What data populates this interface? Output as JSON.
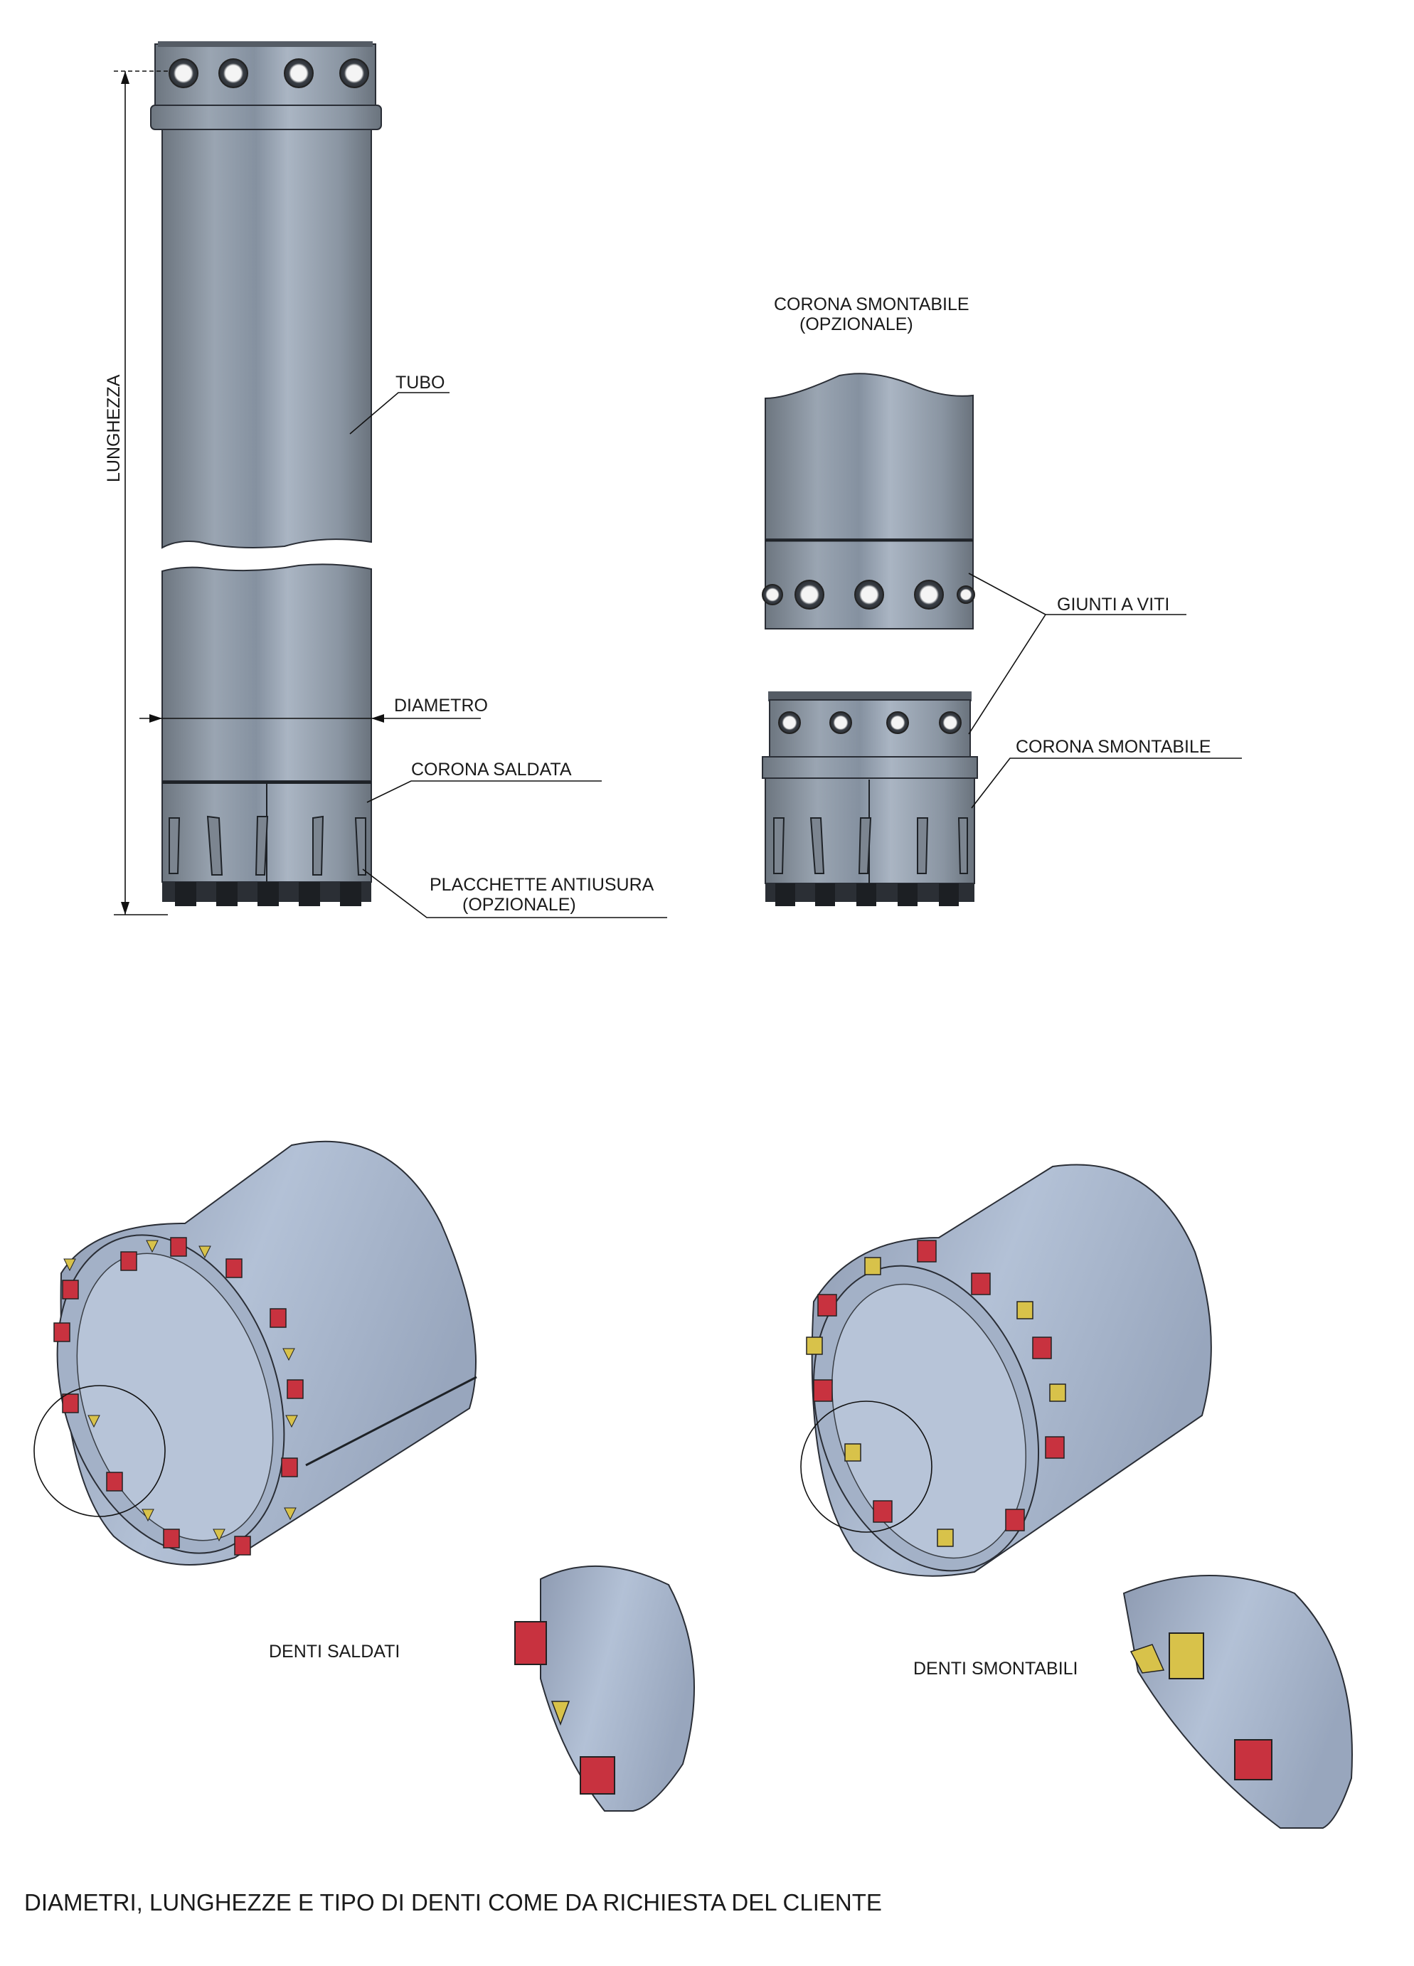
{
  "labels": {
    "lunghezza": "LUNGHEZZA",
    "tubo": "TUBO",
    "diametro": "DIAMETRO",
    "corona_saldata": "CORONA SALDATA",
    "placchette_line1": "PLACCHETTE ANTIUSURA",
    "placchette_line2": "(OPZIONALE)",
    "corona_smontabile_opz_line1": "CORONA SMONTABILE",
    "corona_smontabile_opz_line2": "(OPZIONALE)",
    "giunti_a_viti": "GIUNTI A VITI",
    "corona_smontabile": "CORONA SMONTABILE",
    "denti_saldati": "DENTI SALDATI",
    "denti_smontabili": "DENTI SMONTABILI",
    "footer": "DIAMETRI, LUNGHEZZE E TIPO DI DENTI COME DA RICHIESTA DEL CLIENTE"
  },
  "colors": {
    "steel": "#8f99a6",
    "steel_light": "#b8c4d6",
    "steel_dark": "#6f7883",
    "tooth_red": "#c8323f",
    "tooth_yellow": "#d8c24a"
  }
}
